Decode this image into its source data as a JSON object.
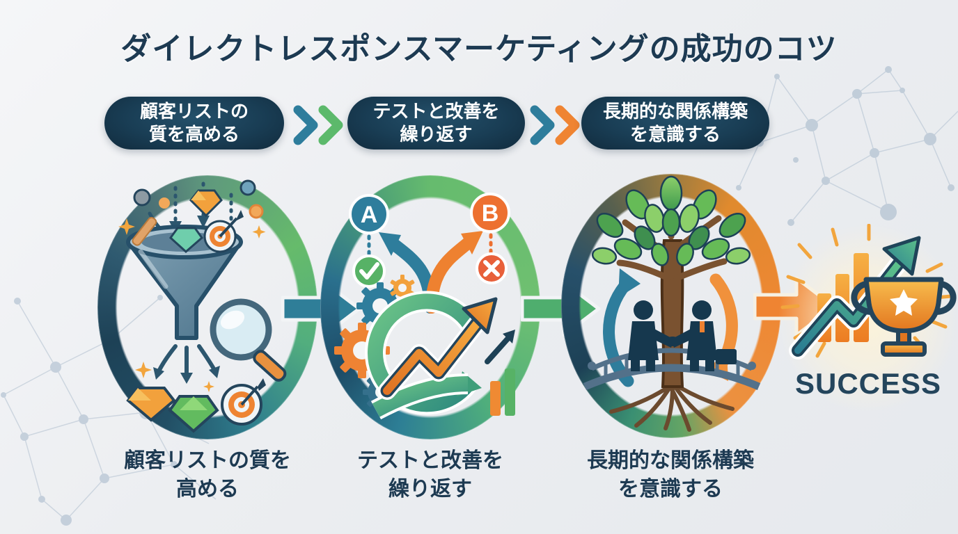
{
  "title": "ダイレクトレスポンスマーケティングの成功のコツ",
  "steps": [
    {
      "pill": {
        "line1": "顧客リストの",
        "line2": "質を高める"
      },
      "caption": {
        "line1": "顧客リストの質を",
        "line2": "高める"
      }
    },
    {
      "pill": {
        "line1": "テストと改善を",
        "line2": "繰り返す"
      },
      "caption": {
        "line1": "テストと改善を",
        "line2": "繰り返す"
      }
    },
    {
      "pill": {
        "line1": "長期的な関係構築",
        "line2": "を意識する"
      },
      "caption": {
        "line1": "長期的な関係構築",
        "line2": "を意識する"
      }
    }
  ],
  "ab_test": {
    "variant_a_label": "A",
    "variant_b_label": "B"
  },
  "success": {
    "label": "SUCCESS"
  },
  "colors": {
    "text_navy": "#1d3a52",
    "pill_navy": "#16374c",
    "accent_teal": "#2e7d9c",
    "accent_green": "#5cb96b",
    "accent_orange": "#ef8432"
  }
}
